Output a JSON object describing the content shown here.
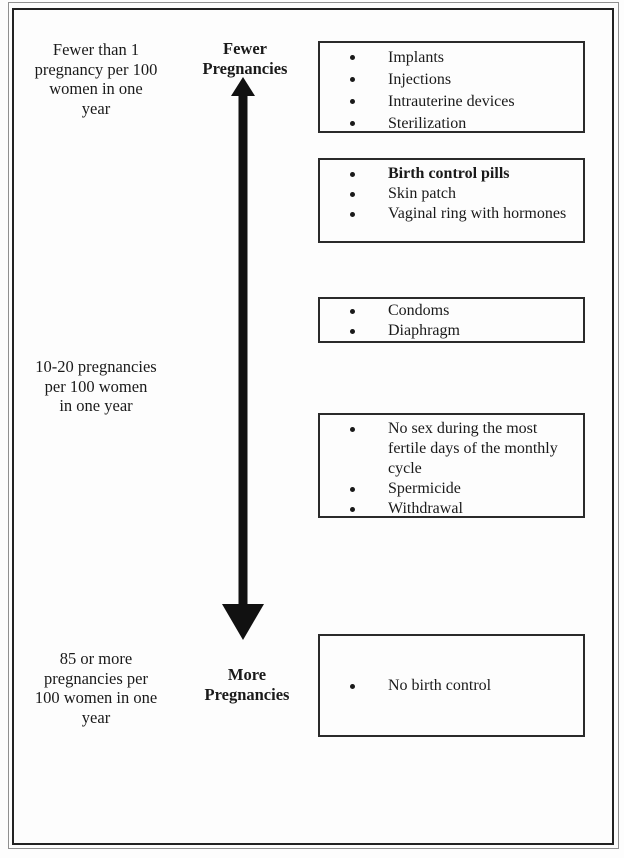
{
  "colors": {
    "ink": "#1a1a1a",
    "box_border": "#2b2b2b",
    "frame_inner": "#222222",
    "frame_outer": "#909090",
    "arrow": "#111111",
    "background": "#fdfdfd"
  },
  "rates": [
    {
      "lines": [
        "Fewer than 1",
        "pregnancy per 100",
        "women in one",
        "year"
      ]
    },
    {
      "lines": [
        "10-20 pregnancies",
        "per 100 women",
        "in one year"
      ]
    },
    {
      "lines": [
        "85 or more",
        "pregnancies per",
        "100 women in one",
        "year"
      ]
    }
  ],
  "arrow": {
    "top_label": {
      "lines": [
        "Fewer",
        "Pregnancies"
      ]
    },
    "bottom_label": {
      "lines": [
        "More",
        "Pregnancies"
      ]
    },
    "direction": "double-ended vertical, from Fewer Pregnancies (top) to More Pregnancies (bottom)"
  },
  "boxes": [
    {
      "items": [
        {
          "text": "Implants"
        },
        {
          "text": "Injections"
        },
        {
          "text": "Intrauterine devices"
        },
        {
          "text": "Sterilization"
        }
      ]
    },
    {
      "items": [
        {
          "text": "Birth control pills",
          "bold": true
        },
        {
          "text": "Skin patch"
        },
        {
          "text": "Vaginal ring with hormones"
        }
      ]
    },
    {
      "items": [
        {
          "text": "Condoms"
        },
        {
          "text": "Diaphragm"
        }
      ]
    },
    {
      "items": [
        {
          "text": "No sex during the most fertile days of the monthly cycle"
        },
        {
          "text": "Spermicide"
        },
        {
          "text": "Withdrawal"
        }
      ]
    },
    {
      "items": [
        {
          "text": "No birth control"
        }
      ]
    }
  ]
}
